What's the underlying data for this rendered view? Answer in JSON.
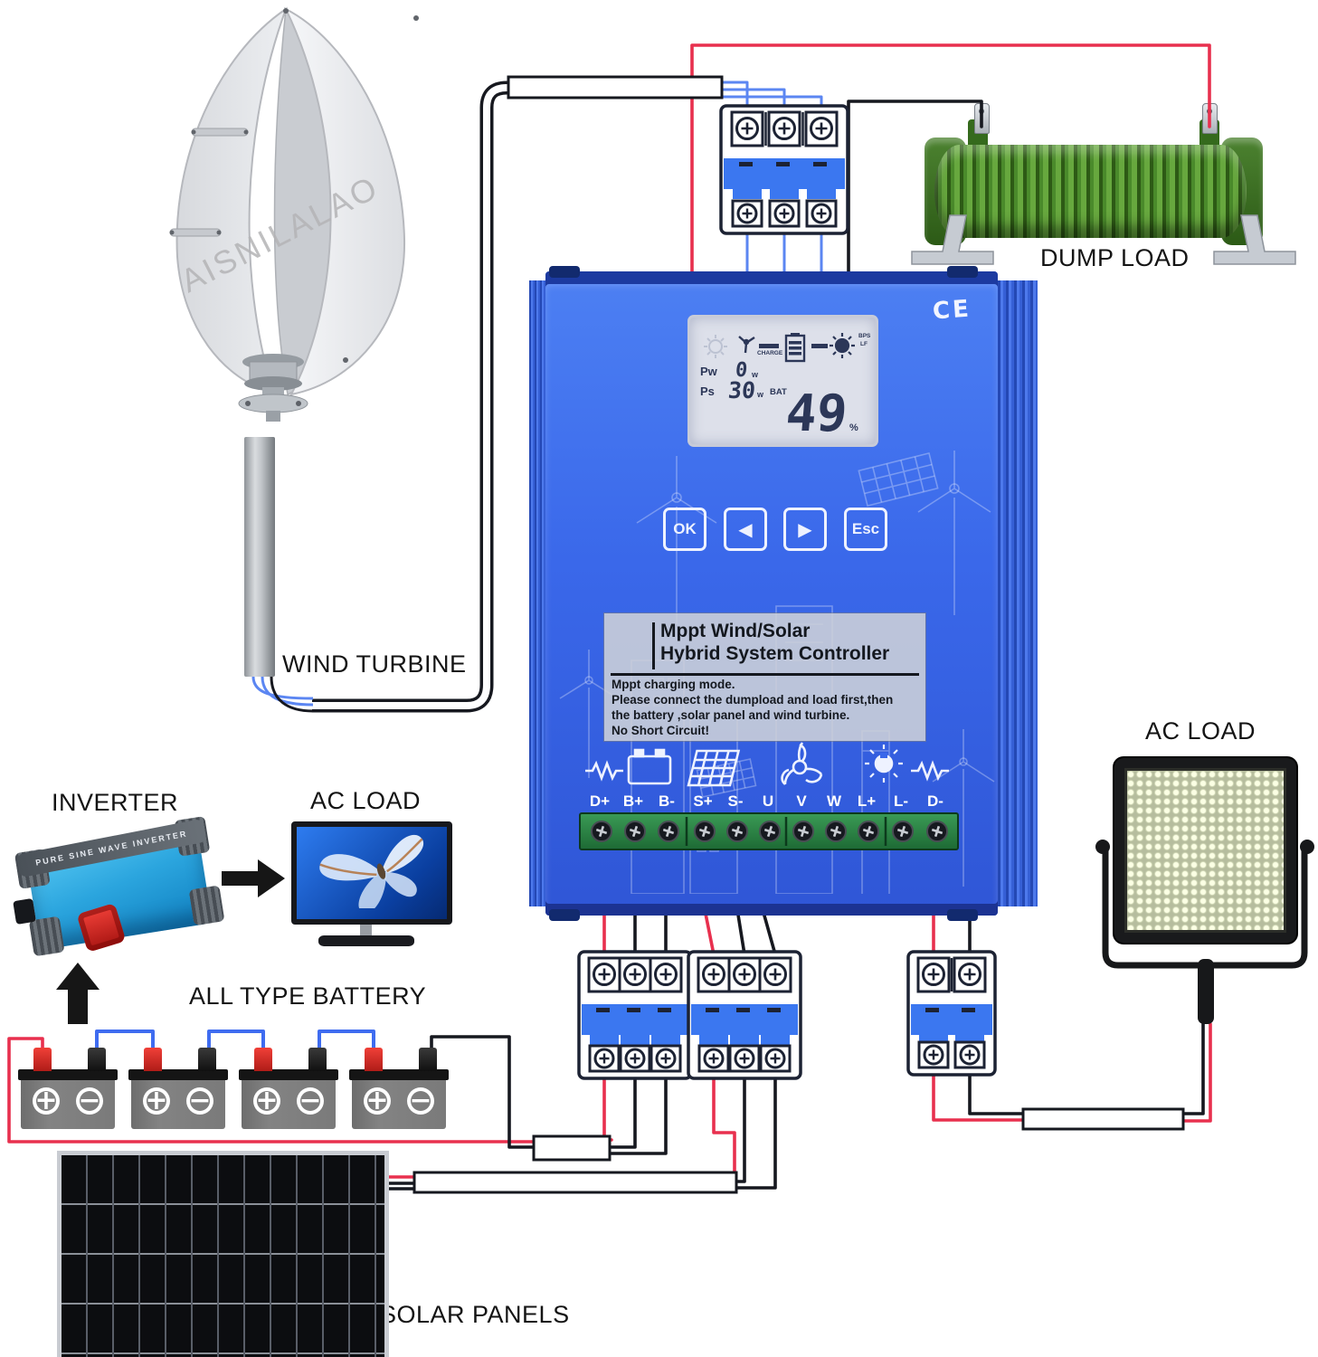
{
  "labels": {
    "wind_turbine": "WIND TURBINE",
    "dump_load": "DUMP LOAD",
    "inverter": "INVERTER",
    "ac_load_left": "AC LOAD",
    "ac_load_right": "AC LOAD",
    "all_type_battery": "ALL TYPE BATTERY",
    "solar_panels": "SOLAR PANELS"
  },
  "watermark": "AISNILALAO",
  "inverter_band_text": "PURE SINE WAVE INVERTER",
  "controller": {
    "ce_mark": "CE",
    "lcd": {
      "pw_label": "Pw",
      "pw_value": "0",
      "pw_unit": "w",
      "ps_label": "Ps",
      "ps_value": "30",
      "ps_unit": "w",
      "bat_label": "BAT",
      "charge_label": "CHARGE",
      "soc_value": "49",
      "soc_unit": "%",
      "flag_line1": "BPS",
      "flag_line2": "LF"
    },
    "buttons": [
      "OK",
      "◀",
      "▶",
      "Esc"
    ],
    "plate": {
      "title_line1": "Mppt Wind/Solar",
      "title_line2": "Hybrid System Controller",
      "body_lines": [
        "Mppt charging mode.",
        "Please connect the dumpload and load first,then",
        "the battery ,solar panel and wind turbine.",
        "No Short Circuit!"
      ]
    },
    "terminals": [
      "D+",
      "B+",
      "B-",
      "S+",
      "S-",
      "U",
      "V",
      "W",
      "L+",
      "L-",
      "D-"
    ]
  },
  "battery": {
    "count": 4,
    "plus_symbol": "+",
    "minus_symbol": "−"
  },
  "colors": {
    "controller_blue": "#3a68ea",
    "wire_red": "#e8304e",
    "wire_black": "#16181f",
    "wire_blue": "#5b86f2",
    "jumper_blue": "#3f6cf0",
    "breaker_blue": "#3b77f0",
    "breaker_outline": "#1c2233",
    "dump_green": "#4a8a2b",
    "terminal_green": "#2e8b47",
    "lcd_dark": "#2c3758"
  }
}
